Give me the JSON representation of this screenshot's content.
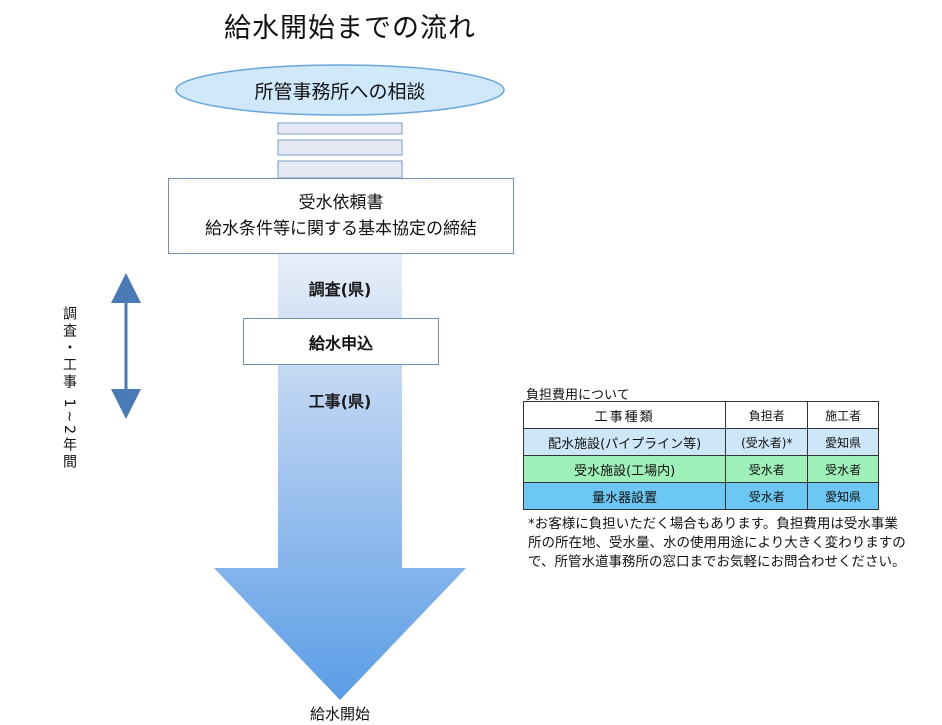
{
  "title": "給水開始までの流れ",
  "flow": {
    "consult": "所管事務所への相談",
    "request_line1": "受水依頼書",
    "request_line2": "給水条件等に関する基本協定の締結",
    "survey": "調査(県)",
    "apply": "給水申込",
    "works": "工事(県)",
    "start": "給水開始",
    "duration": "調査・工事 1~2年間"
  },
  "colors": {
    "ellipse_fill": "#cfe8fb",
    "ellipse_stroke": "#6aa6d8",
    "arrow_top": "#e8eef8",
    "arrow_bottom": "#5a9de6",
    "duration_arrow": "#4a7ab5",
    "row_blue": "#cde6f8",
    "row_green": "#9ff0b8",
    "row_cyan": "#6cc8f2"
  },
  "cost": {
    "caption": "負担費用について",
    "headers": {
      "type": "工事種類",
      "burden": "負担者",
      "builder": "施工者"
    },
    "rows": [
      {
        "type": "配水施設(パイプライン等)",
        "burden": "(受水者)*",
        "builder": "愛知県"
      },
      {
        "type": "受水施設(工場内)",
        "burden": "受水者",
        "builder": "受水者"
      },
      {
        "type": "量水器設置",
        "burden": "受水者",
        "builder": "愛知県"
      }
    ],
    "note": "*お客様に負担いただく場合もあります。負担費用は受水事業所の所在地、受水量、水の使用用途により大きく変わりますので、所管水道事務所の窓口までお気軽にお問合わせください。"
  }
}
